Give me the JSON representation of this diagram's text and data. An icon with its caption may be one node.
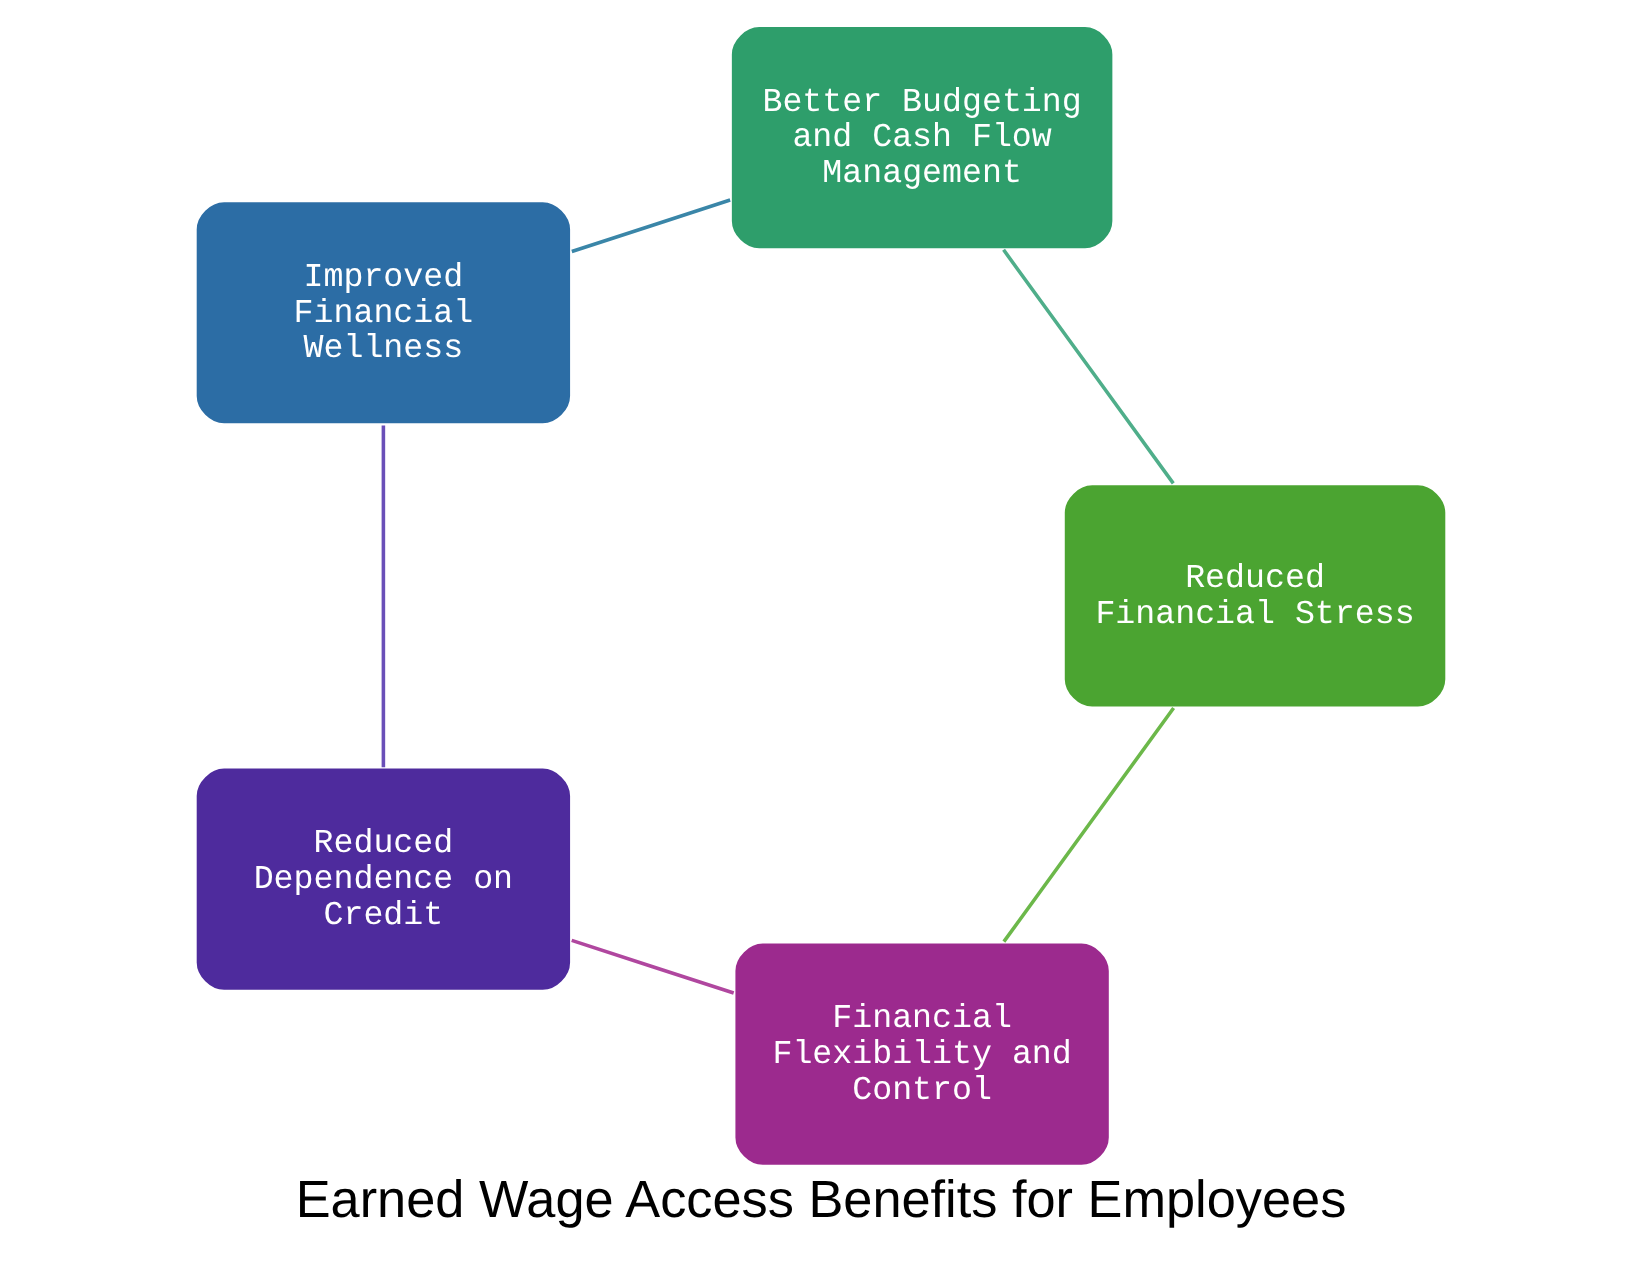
{
  "diagram": {
    "title": "Earned Wage Access Benefits for Employees",
    "nodes": [
      {
        "text": [
          "Financial Flexibility and Control"
        ]
      },
      {
        "text": [
          "Reduced Dependence on Credit"
        ]
      },
      {
        "text": [
          "Improved Financial Wellness"
        ]
      },
      {
        "text": [
          "Better Budgeting and Cash Flow Management"
        ]
      },
      {
        "text": [
          "Reduced Financial Stress"
        ]
      }
    ],
    "edges": [
      {
        "from": 0,
        "to": 1,
        "arrow": "none",
        "color": "#b0479f"
      },
      {
        "from": 1,
        "to": 2,
        "arrow": "none",
        "color": "#6a4fb8"
      },
      {
        "from": 2,
        "to": 3,
        "arrow": "none",
        "color": "#3a86a8"
      },
      {
        "from": 3,
        "to": 4,
        "arrow": "none",
        "color": "#4fae8a"
      },
      {
        "from": 4,
        "to": 0,
        "arrow": "none",
        "color": "#6cb84a"
      }
    ]
  }
}
